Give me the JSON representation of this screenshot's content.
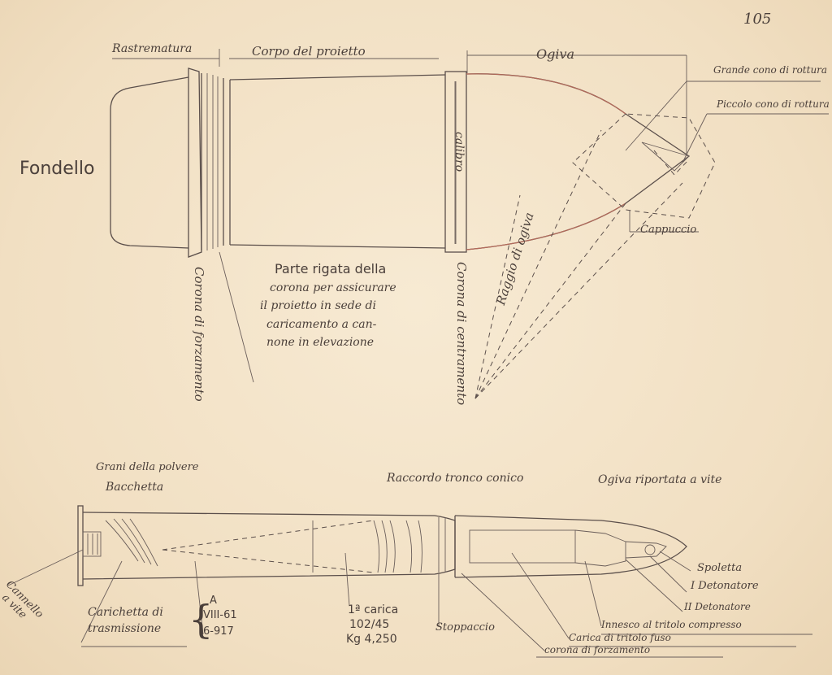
{
  "page_number": "105",
  "top_diagram": {
    "labels": {
      "rastrematura": "Rastrematura",
      "corpo": "Corpo del proietto",
      "ogiva": "Ogiva",
      "grande_cono": "Grande cono di rottura",
      "piccolo_cono": "Piccolo cono di rottura",
      "fondello": "Fondello",
      "calibro": "calibro",
      "raggio": "Raggio di ogiva",
      "cappuccio": "Cappuccio",
      "corona_forzamento": "Corona di forzamento",
      "corona_centramento": "Corona di centramento",
      "parte_rigata": [
        "Parte rigata della",
        "corona per assicurare",
        "il proietto in sede di",
        "caricamento a can-",
        "none in elevazione"
      ]
    }
  },
  "bottom_diagram": {
    "labels": {
      "grani": "Grani della polvere",
      "bacchetta": "Bacchetta",
      "raccordo": "Raccordo tronco conico",
      "ogiva_vite": "Ogiva riportata a vite",
      "cannello": [
        "Cannello",
        "a vite"
      ],
      "carichetta": [
        "Carichetta di",
        "trasmissione"
      ],
      "bracket_a": "A",
      "bracket_b": "VIII-61",
      "bracket_c": "6-917",
      "carica": [
        "1ª carica",
        "102/45",
        "Kg 4,250"
      ],
      "stoppaccio": "Stoppaccio",
      "spoletta": "Spoletta",
      "detonatore1": "I Detonatore",
      "detonatore2": "II Detonatore",
      "innesco": "Innesco al tritolo compresso",
      "carica_tritolo": "Carica di tritolo fuso",
      "corona_forz": "corona di forzamento"
    }
  }
}
